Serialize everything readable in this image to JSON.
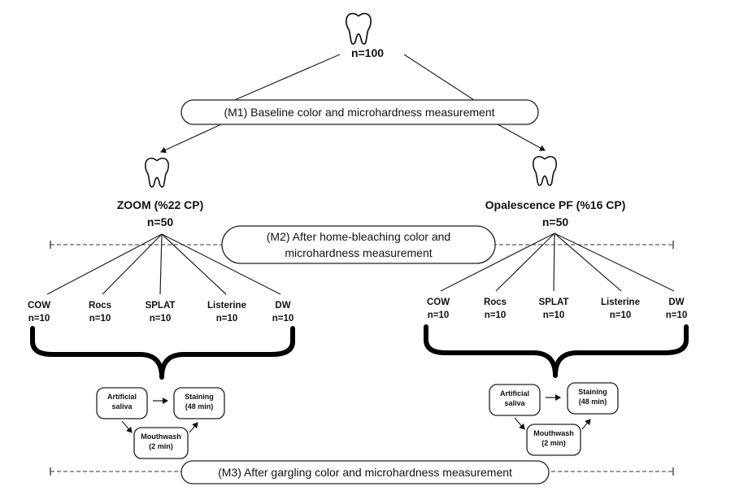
{
  "root": {
    "n": "n=100"
  },
  "m1": {
    "label": "(M1) Baseline color and microhardness measurement"
  },
  "m2": {
    "line1": "(M2) After home-bleaching color and",
    "line2": "microhardness measurement"
  },
  "m3": {
    "label": "(M3) After gargling color and microhardness measurement"
  },
  "left": {
    "title": "ZOOM (%22 CP)",
    "n": "n=50",
    "groups": [
      {
        "name": "COW",
        "n": "n=10"
      },
      {
        "name": "Rocs",
        "n": "n=10"
      },
      {
        "name": "SPLAT",
        "n": "n=10"
      },
      {
        "name": "Listerine",
        "n": "n=10"
      },
      {
        "name": "DW",
        "n": "n=10"
      }
    ],
    "cycle": {
      "saliva": [
        "Artificial",
        "saliva"
      ],
      "staining": [
        "Staining",
        "(48 min)"
      ],
      "mouthwash": [
        "Mouthwash",
        "(2 min)"
      ]
    }
  },
  "right": {
    "title": "Opalescence PF (%16 CP)",
    "n": "n=50",
    "groups": [
      {
        "name": "COW",
        "n": "n=10"
      },
      {
        "name": "Rocs",
        "n": "n=10"
      },
      {
        "name": "SPLAT",
        "n": "n=10"
      },
      {
        "name": "Listerine",
        "n": "n=10"
      },
      {
        "name": "DW",
        "n": "n=10"
      }
    ],
    "cycle": {
      "saliva": [
        "Artificial",
        "saliva"
      ],
      "staining": [
        "Staining",
        "(48 min)"
      ],
      "mouthwash": [
        "Mouthwash",
        "(2 min)"
      ]
    }
  },
  "icons": [
    "tooth-icon",
    "arrow-icon"
  ]
}
